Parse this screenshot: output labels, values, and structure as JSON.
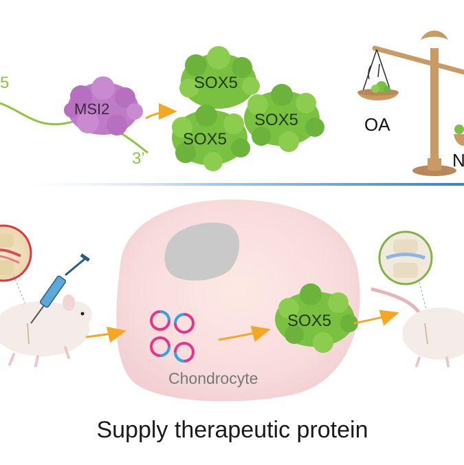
{
  "top_panel": {
    "rna_five_prime": "5",
    "rna_three_prime": "3’",
    "msi2_label": "MSI2",
    "sox5_labels": [
      "SOX5",
      "SOX5",
      "SOX5"
    ],
    "balance_left_label": "OA",
    "balance_right_label": "N"
  },
  "bottom_panel": {
    "cell_label": "Chondrocyte",
    "sox5_label": "SOX5",
    "caption": "Supply therapeutic protein"
  },
  "colors": {
    "protein_green": "#7ac142",
    "rna_green": "#8cc63f",
    "msi2_purple": "#c07bc8",
    "arrow_orange": "#f5a623",
    "divider_blue": "#3a82c4",
    "cell_pink": "#f7dfe0",
    "nucleus_gray": "#c9c9c9",
    "plasmid_pink": "#e8338a",
    "plasmid_blue": "#2fa8e0",
    "balance_tan": "#c99a63",
    "joint_ring_red": "#e0353b",
    "joint_ring_green": "#7cb342"
  },
  "icons": [
    "rna-strand",
    "msi2-protein",
    "sox5-protein",
    "balance-scale",
    "syringe-icon",
    "mouse-icon",
    "plasmid-icon",
    "knee-joint-icon",
    "chondrocyte-cell"
  ]
}
